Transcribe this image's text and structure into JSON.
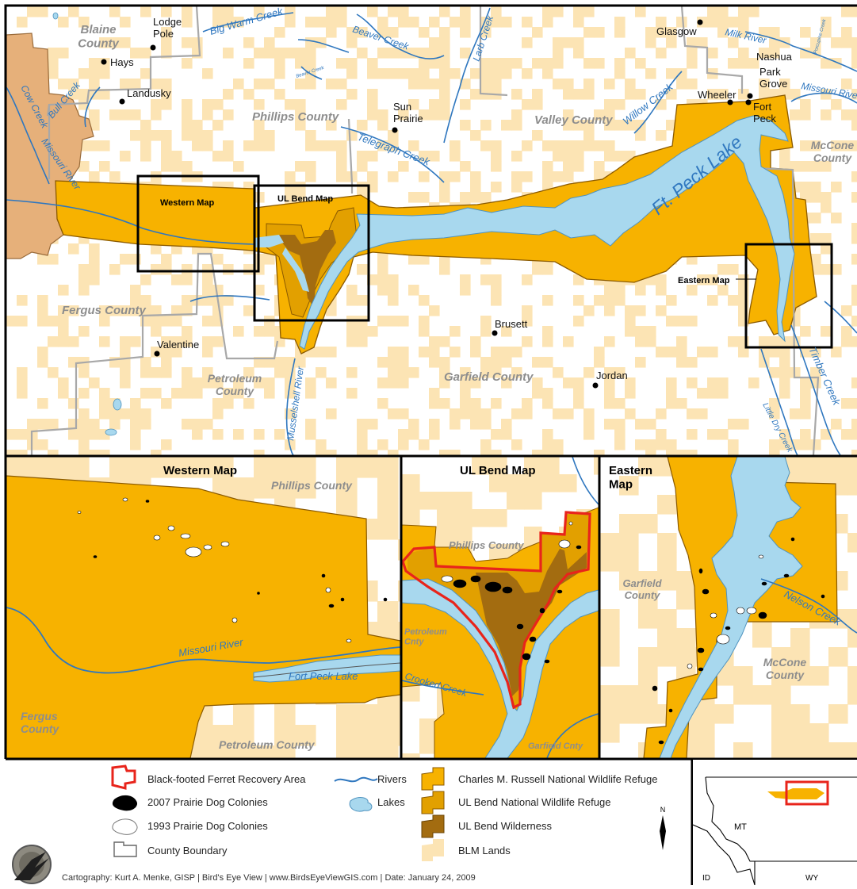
{
  "colors": {
    "refuge": "#F7B200",
    "refuge_edge": "#8b5a00",
    "ul_bend_refuge": "#E2A000",
    "wilderness": "#A36C10",
    "blm": "#FCE4B4",
    "lake": "#A8D8EE",
    "river": "#2F77BF",
    "ferret_area": "#E8241B",
    "tan_land": "#E6B07A",
    "county_line": "#A8A8A8"
  },
  "main_map": {
    "counties": [
      {
        "name": "Blaine\nCounty"
      },
      {
        "name": "Phillips County"
      },
      {
        "name": "Valley County"
      },
      {
        "name": "McCone\nCounty"
      },
      {
        "name": "Fergus County"
      },
      {
        "name": "Petroleum\nCounty"
      },
      {
        "name": "Garfield County"
      }
    ],
    "towns": [
      {
        "name": "Lodge\nPole"
      },
      {
        "name": "Hays"
      },
      {
        "name": "Landusky"
      },
      {
        "name": "Sun\nPrairie"
      },
      {
        "name": "Glasgow"
      },
      {
        "name": "Nashua"
      },
      {
        "name": "Park\nGrove"
      },
      {
        "name": "Wheeler"
      },
      {
        "name": "Fort\nPeck"
      },
      {
        "name": "Valentine"
      },
      {
        "name": "Brusett"
      },
      {
        "name": "Jordan"
      }
    ],
    "rivers": [
      {
        "name": "Big Warm Creek"
      },
      {
        "name": "Beaver Creek"
      },
      {
        "name": "Larb Creek"
      },
      {
        "name": "Beaver Creek"
      },
      {
        "name": "Milk River"
      },
      {
        "name": "Porcupine Creek"
      },
      {
        "name": "Missouri River"
      },
      {
        "name": "Willow Creek"
      },
      {
        "name": "Cow Creek"
      },
      {
        "name": "Bull Creek"
      },
      {
        "name": "Missouri River"
      },
      {
        "name": "Telegraph Creek"
      },
      {
        "name": "Musselshell River"
      },
      {
        "name": "Timber Creek"
      },
      {
        "name": "Little Dry Creek"
      }
    ],
    "lake_label": "Ft. Peck Lake",
    "boxes": [
      {
        "name": "Western Map"
      },
      {
        "name": "UL Bend Map"
      },
      {
        "name": "Eastern Map"
      }
    ]
  },
  "western_map": {
    "title": "Western Map",
    "labels": [
      "Phillips County",
      "Missouri River",
      "Fort Peck Lake",
      "Fergus\nCounty",
      "Petroleum County"
    ]
  },
  "ulbend_map": {
    "title": "UL Bend Map",
    "labels": [
      "Phillips County",
      "Petroleum\nCnty",
      "Crooked Creek",
      "Garfield Cnty"
    ]
  },
  "eastern_map": {
    "title": "Eastern\nMap",
    "labels": [
      "Garfield\nCounty",
      "Nelson Creek",
      "McCone\nCounty"
    ]
  },
  "legend": {
    "items": [
      {
        "label": "Black-footed Ferret Recovery Area"
      },
      {
        "label": "2007 Prairie Dog Colonies"
      },
      {
        "label": "1993 Prairie Dog Colonies"
      },
      {
        "label": "County Boundary"
      },
      {
        "label": "Rivers"
      },
      {
        "label": "Lakes"
      },
      {
        "label": "Charles M. Russell National Wildlife Refuge"
      },
      {
        "label": "UL Bend National Wildlife Refuge"
      },
      {
        "label": "UL Bend Wilderness"
      },
      {
        "label": "BLM Lands"
      }
    ],
    "north": "N",
    "credit": "Cartography: Kurt A. Menke, GISP | Bird's Eye View | www.BirdsEyeViewGIS.com | Date: January 24, 2009"
  },
  "locator": {
    "labels": [
      "MT",
      "ID",
      "WY"
    ]
  }
}
